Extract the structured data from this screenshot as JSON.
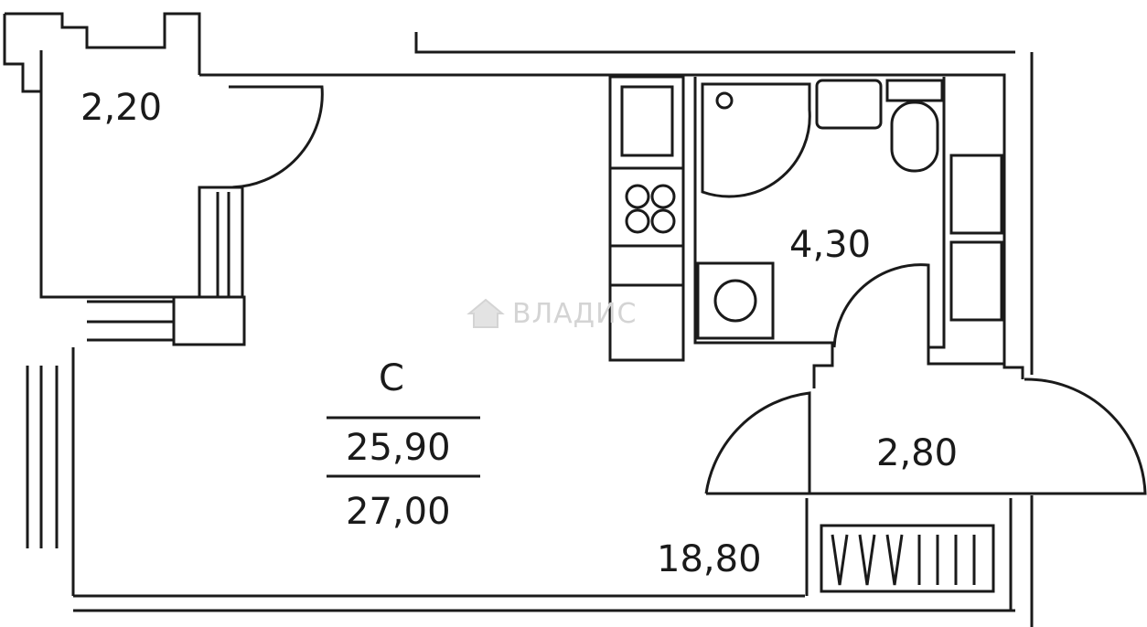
{
  "rooms": {
    "balcony_left": {
      "area": "2,20"
    },
    "bathroom": {
      "area": "4,30"
    },
    "hall": {
      "area": "2,80"
    },
    "living": {
      "area": "18,80"
    }
  },
  "summary": {
    "type": "С",
    "living_area": "25,90",
    "total_area": "27,00"
  },
  "watermark": {
    "text": "ВЛАДИС"
  },
  "colors": {
    "wall": "#1a1a1a",
    "background": "#ffffff",
    "watermark": "#d4d4d4"
  }
}
